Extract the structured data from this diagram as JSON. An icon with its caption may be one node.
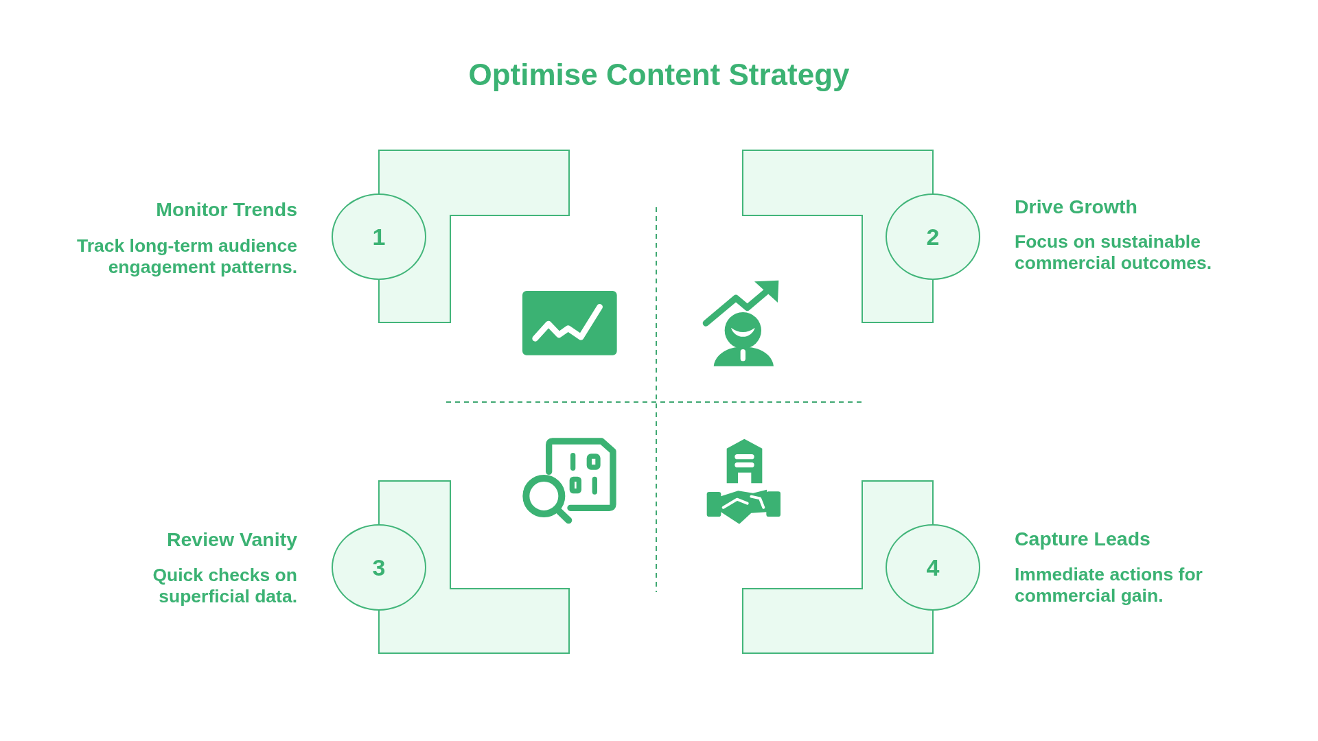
{
  "diagram": {
    "title": "Optimise Content Strategy",
    "nodes": [
      {
        "text": [],
        "shape": "box"
      },
      {
        "text": [
          "1"
        ],
        "beside": [
          "Monitor Trends",
          "Track long-term audience engagement patterns."
        ]
      },
      {
        "text": [],
        "shape": "box"
      },
      {
        "text": [
          "2"
        ],
        "beside": [
          "Drive Growth",
          "Focus on sustainable commercial outcomes."
        ]
      },
      {
        "text": [],
        "shape": "box"
      },
      {
        "text": [
          "3"
        ],
        "beside": [
          "Review Vanity",
          "Quick checks on superficial data."
        ]
      },
      {
        "text": [],
        "shape": "box"
      },
      {
        "text": [
          "4"
        ],
        "beside": [
          "Capture Leads",
          "Immediate actions for commercial gain."
        ]
      }
    ]
  }
}
